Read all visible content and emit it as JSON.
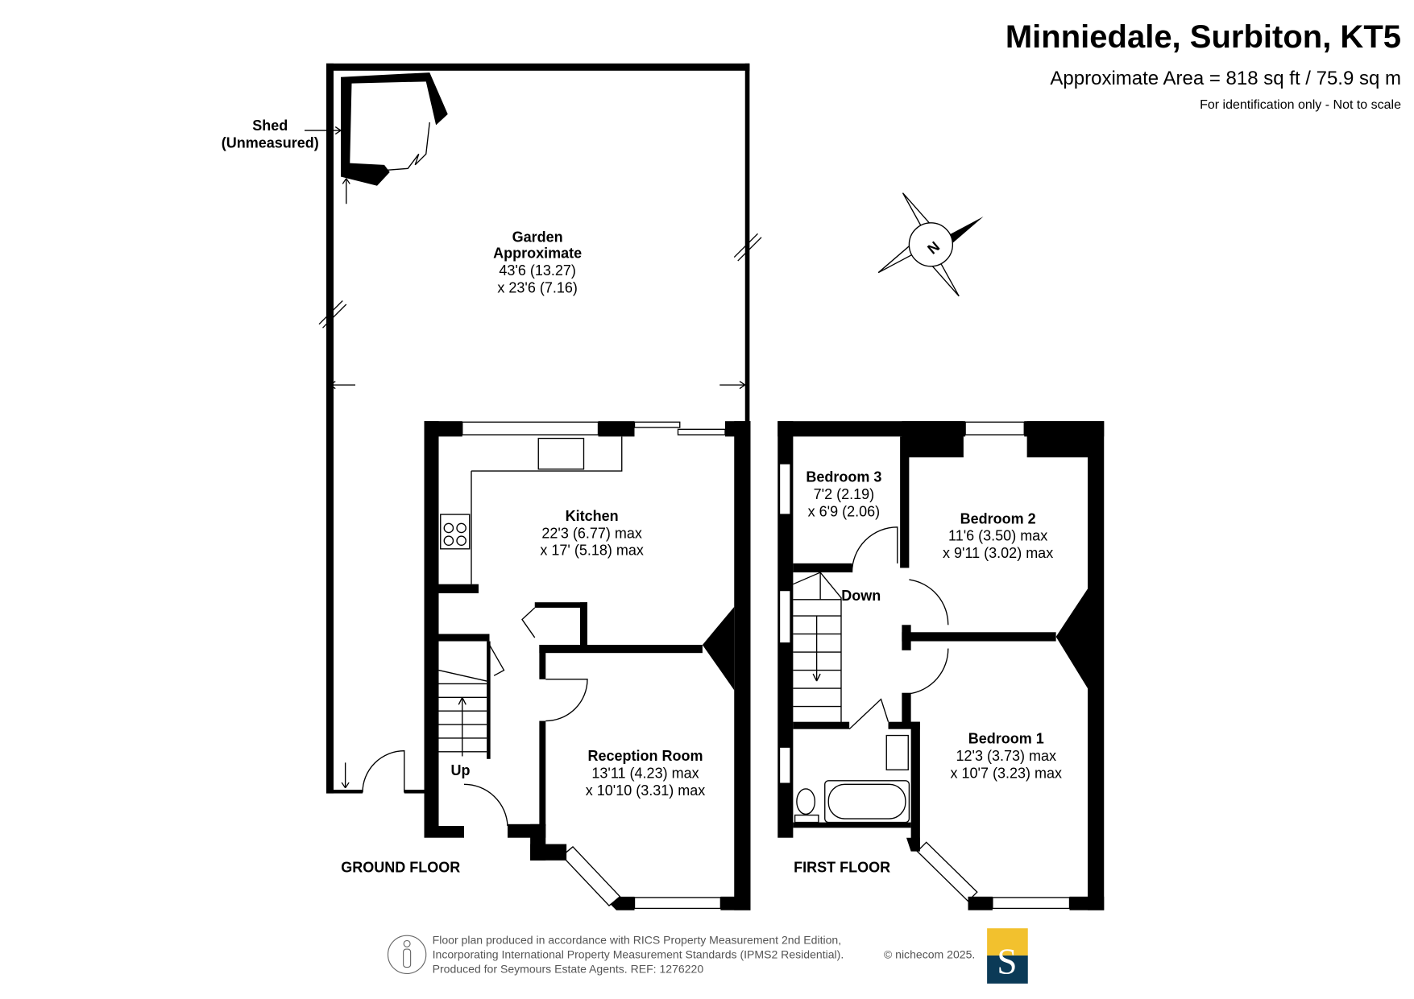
{
  "header": {
    "title": "Minniedale, Surbiton, KT5",
    "area": "Approximate Area = 818 sq ft / 75.9 sq m",
    "disclaimer": "For identification only - Not to scale"
  },
  "ground_floor": {
    "label": "GROUND FLOOR",
    "shed": {
      "name": "Shed",
      "note": "(Unmeasured)"
    },
    "garden": {
      "name": "Garden",
      "sub": "Approximate",
      "dim1": "43'6 (13.27)",
      "dim2": "x 23'6 (7.16)"
    },
    "kitchen": {
      "name": "Kitchen",
      "dim1": "22'3 (6.77) max",
      "dim2": "x 17' (5.18) max"
    },
    "reception": {
      "name": "Reception Room",
      "dim1": "13'11 (4.23) max",
      "dim2": "x 10'10 (3.31) max"
    },
    "stairs": "Up"
  },
  "first_floor": {
    "label": "FIRST FLOOR",
    "bedroom3": {
      "name": "Bedroom 3",
      "dim1": "7'2 (2.19)",
      "dim2": "x 6'9 (2.06)"
    },
    "bedroom2": {
      "name": "Bedroom 2",
      "dim1": "11'6 (3.50) max",
      "dim2": "x 9'11 (3.02) max"
    },
    "bedroom1": {
      "name": "Bedroom 1",
      "dim1": "12'3 (3.73) max",
      "dim2": "x 10'7 (3.23) max"
    },
    "stairs": "Down"
  },
  "compass": {
    "letter": "N"
  },
  "footer": {
    "line1": "Floor plan produced in accordance with RICS Property Measurement 2nd Edition,",
    "line2": "Incorporating International Property Measurement Standards (IPMS2 Residential).",
    "copyright": "© nichecom 2025.",
    "line3": "Produced for Seymours Estate Agents.   REF: 1276220",
    "logo_letter": "S",
    "logo_colors": {
      "top": "#f2c12e",
      "bottom": "#0b3a57"
    }
  }
}
